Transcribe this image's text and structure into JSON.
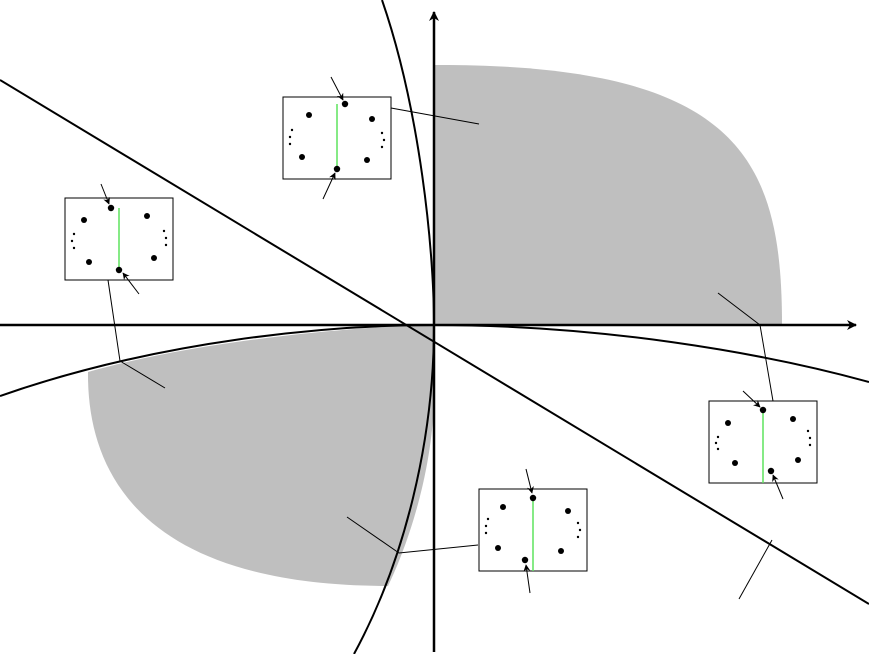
{
  "colors": {
    "background": "#ffffff",
    "shaded_region": "#bfbfbf",
    "stroke": "#000000",
    "green_line": "#5ee35e",
    "inset_fill": "#ffffff"
  },
  "insets": [
    {
      "name": "inset-top"
    },
    {
      "name": "inset-left"
    },
    {
      "name": "inset-right"
    },
    {
      "name": "inset-bottom"
    }
  ]
}
